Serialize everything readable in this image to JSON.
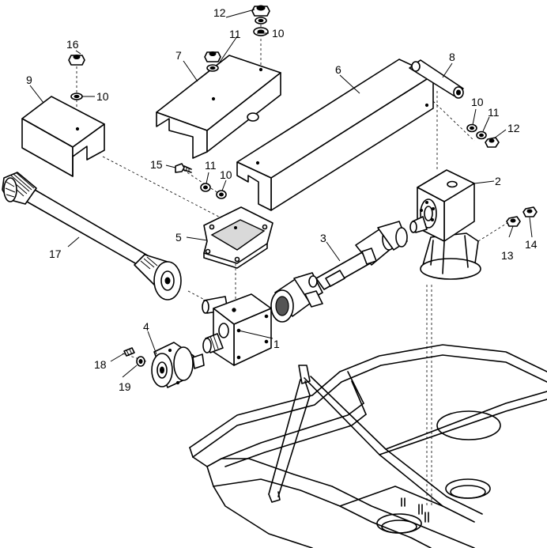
{
  "callouts": {
    "c1": "1",
    "c2": "2",
    "c3": "3",
    "c4": "4",
    "c5": "5",
    "c6": "6",
    "c7": "7",
    "c8": "8",
    "c9": "9",
    "c10a": "10",
    "c10b": "10",
    "c10c": "10",
    "c10d": "10",
    "c11a": "11",
    "c11b": "11",
    "c11c": "11",
    "c12a": "12",
    "c12b": "12",
    "c13": "13",
    "c14": "14",
    "c15": "15",
    "c16": "16",
    "c17": "17",
    "c18": "18",
    "c19": "19"
  }
}
